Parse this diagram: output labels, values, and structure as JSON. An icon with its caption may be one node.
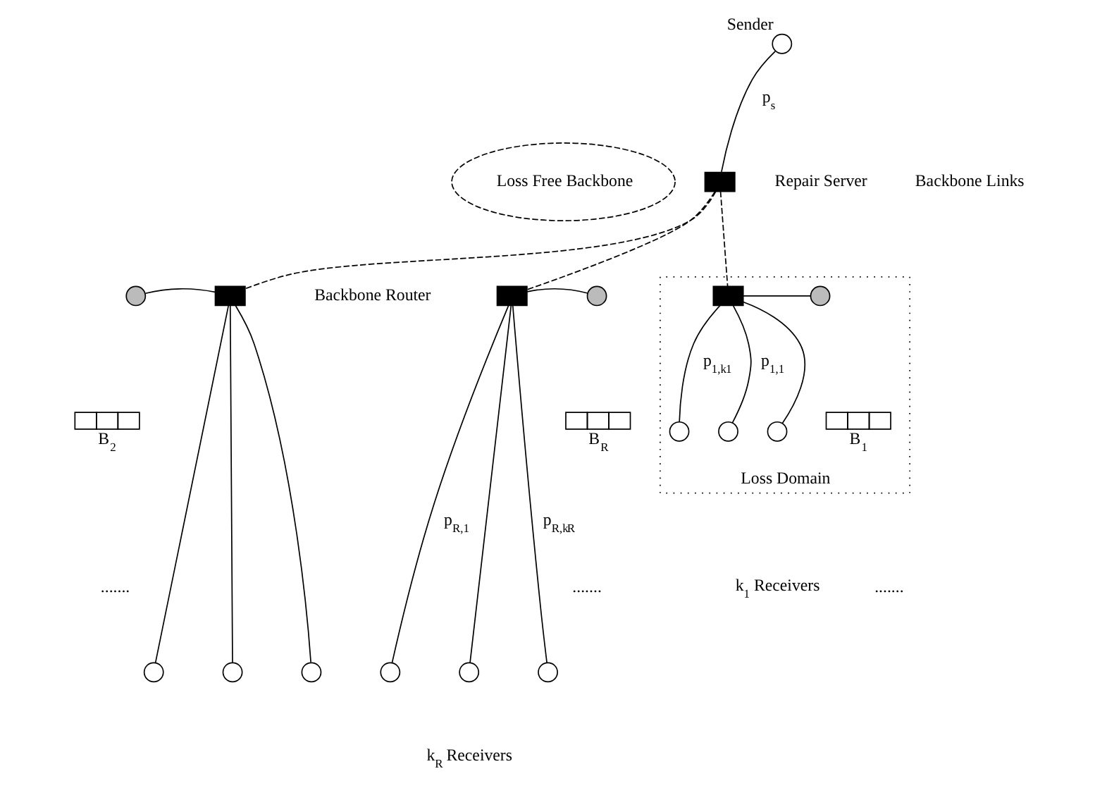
{
  "diagram": {
    "nodes": [
      {
        "text": [],
        "shape": "circle",
        "beside": [
          "Sender"
        ]
      },
      {
        "text": [
          "Loss Free Backbone"
        ]
      },
      {
        "text": [],
        "shape": "box"
      },
      {
        "text": [
          "Loss Domain"
        ]
      },
      {
        "text": [],
        "shape": "circle",
        "in": 3
      },
      {
        "text": [],
        "shape": "box",
        "in": 3
      },
      {
        "text": [
          "B$_{1}$"
        ],
        "in": 3
      },
      {
        "text": [],
        "shape": "box"
      },
      {
        "text": [],
        "shape": "circle"
      },
      {
        "text": [
          "B$_{R}$"
        ]
      },
      {
        "text": [],
        "shape": "box"
      },
      {
        "text": [],
        "shape": "circle"
      },
      {
        "text": [
          "B$_{2}$"
        ]
      },
      {
        "text": [],
        "shape": "circle",
        "in": 3
      },
      {
        "text": [],
        "shape": "circle",
        "in": 3
      },
      {
        "text": [],
        "shape": "circle",
        "in": 3
      },
      {
        "text": [],
        "shape": "circle"
      },
      {
        "text": [],
        "shape": "circle"
      },
      {
        "text": [],
        "shape": "circle"
      },
      {
        "text": [],
        "shape": "circle"
      },
      {
        "text": [],
        "shape": "circle"
      },
      {
        "text": [],
        "shape": "circle"
      }
    ],
    "edges": [
      {
        "from": 0,
        "to": 2,
        "arrow": "none",
        "label": "p$_{s}$"
      },
      {
        "from": 2,
        "to": 5,
        "arrow": "none",
        "style": "dashed"
      },
      {
        "from": 2,
        "to": 10,
        "arrow": "none",
        "style": "dashed"
      },
      {
        "from": 2,
        "to": 7,
        "arrow": "none",
        "style": "dashed"
      },
      {
        "from": 4,
        "to": 5,
        "arrow": "none"
      },
      {
        "from": 7,
        "to": 8,
        "arrow": "none"
      },
      {
        "from": 11,
        "to": 10,
        "arrow": "none"
      },
      {
        "from": 5,
        "to": 13,
        "arrow": "none",
        "label": "p$_{1,1}$"
      },
      {
        "from": 5,
        "to": 14,
        "arrow": "none"
      },
      {
        "from": 5,
        "to": 15,
        "arrow": "none",
        "label": "p$_{1,k}$$_{1}$"
      },
      {
        "from": 10,
        "to": 16,
        "arrow": "none"
      },
      {
        "from": 10,
        "to": 17,
        "arrow": "none"
      },
      {
        "from": 10,
        "to": 18,
        "arrow": "none"
      },
      {
        "from": 7,
        "to": 19,
        "arrow": "none",
        "label": "p$_{R,1}$"
      },
      {
        "from": 7,
        "to": 20,
        "arrow": "none"
      },
      {
        "from": 7,
        "to": 21,
        "arrow": "none",
        "label": "p$_{R,k}$$_{R}$"
      }
    ],
    "labels": [
      "Repair Server",
      "Backbone Links",
      "Backbone Router",
      ".......",
      ".......",
      ".......",
      "k$_{1}$ Receivers",
      "k$_{R}$ Receivers"
    ]
  }
}
